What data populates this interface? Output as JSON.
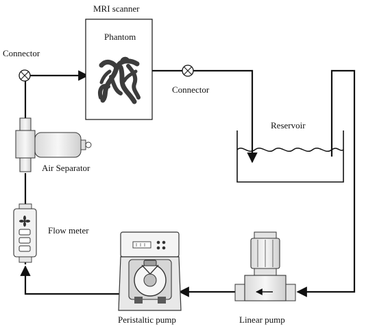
{
  "labels": {
    "mri_scanner": "MRI scanner",
    "phantom": "Phantom",
    "connector_left": "Connector",
    "connector_right": "Connector",
    "reservoir": "Reservoir",
    "air_separator": "Air Separator",
    "flow_meter": "Flow meter",
    "peristaltic_pump": "Peristaltic pump",
    "linear_pump": "Linear pump"
  },
  "colors": {
    "line": "#111111",
    "phantom_vessel": "#3c3c3c",
    "device_fill": "#f2f2f2",
    "device_stroke": "#333333"
  },
  "icons": {
    "connector": "circle-x-valve-icon",
    "fan": "fan-icon",
    "flow_direction": "arrow-icon"
  }
}
